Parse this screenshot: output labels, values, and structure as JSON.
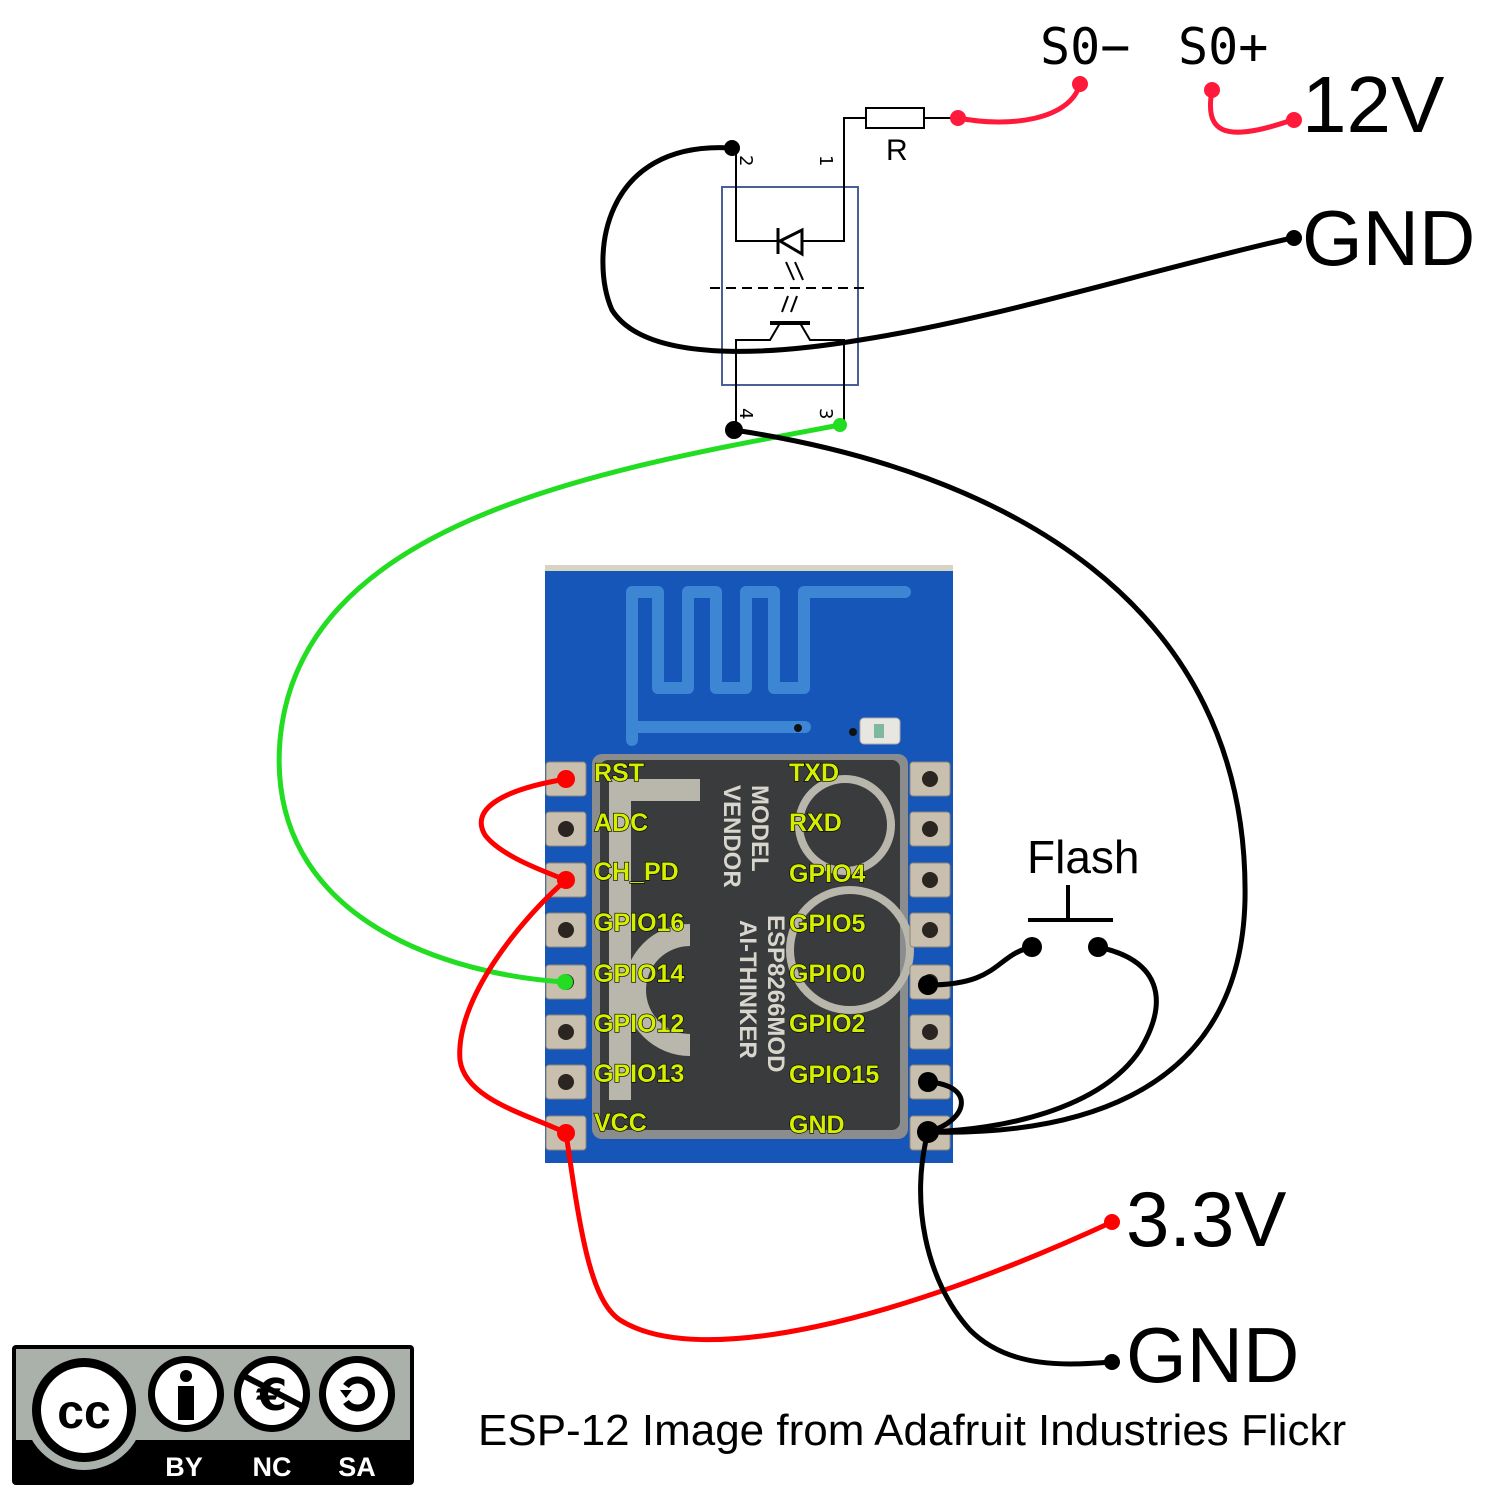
{
  "terminals": {
    "s0_minus": "S0−",
    "s0_plus": "S0+",
    "v12": "12V",
    "gnd_top": "GND",
    "v33": "3.3V",
    "gnd_bottom": "GND"
  },
  "optocoupler": {
    "resistor_label": "R",
    "pins": [
      "1",
      "2",
      "3",
      "4"
    ]
  },
  "module": {
    "left_pins": [
      "RST",
      "ADC",
      "CH_PD",
      "GPIO16",
      "GPIO14",
      "GPIO12",
      "GPIO13",
      "VCC"
    ],
    "right_pins": [
      "TXD",
      "RXD",
      "GPIO4",
      "GPIO5",
      "GPIO0",
      "GPIO2",
      "GPIO15",
      "GND"
    ],
    "shield_text": [
      "MODEL",
      "VENDOR",
      "ESP8266MOD",
      "AI-THINKER"
    ]
  },
  "button": {
    "label": "Flash"
  },
  "license": {
    "badges": [
      "BY",
      "NC",
      "SA"
    ],
    "logo": "cc"
  },
  "caption": "ESP-12 Image from Adafruit Industries Flickr",
  "colors": {
    "wire_red": "#ff0000",
    "wire_red_top": "#ff1a3c",
    "wire_green": "#22dd22",
    "wire_black": "#000000",
    "pcb_blue": "#1556b8",
    "label_yellow": "#d4f000",
    "optocoupler_box": "#4a5f95",
    "license_gray": "#aab0aa"
  }
}
